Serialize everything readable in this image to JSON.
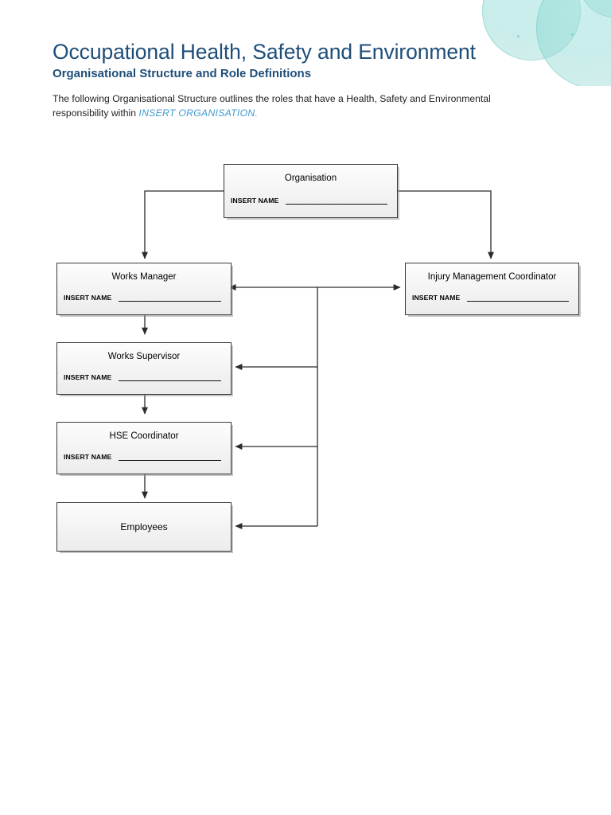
{
  "header": {
    "title": "Occupational Health, Safety and Environment",
    "subtitle": "Organisational Structure and Role Definitions",
    "title_color": "#1F4E79",
    "intro_prefix": "The following Organisational Structure outlines the roles that have a Health, Safety and Environmental responsibility within ",
    "intro_placeholder": "INSERT ORGANISATION.",
    "intro_placeholder_color": "#3F9BD0"
  },
  "decoration": {
    "bubbles_icon": "bubbles-decoration",
    "bubble_color": "#7ED4CE"
  },
  "chart_data": {
    "type": "diagram",
    "title": "Organisational Structure",
    "nodes": [
      {
        "id": "organisation",
        "label": "Organisation",
        "name_label": "INSERT NAME",
        "has_name_line": true
      },
      {
        "id": "works-manager",
        "label": "Works Manager",
        "name_label": "INSERT NAME",
        "has_name_line": true
      },
      {
        "id": "injury-management-coordinator",
        "label": "Injury Management Coordinator",
        "name_label": "INSERT NAME",
        "has_name_line": true
      },
      {
        "id": "works-supervisor",
        "label": "Works Supervisor",
        "name_label": "INSERT NAME",
        "has_name_line": true
      },
      {
        "id": "hse-coordinator",
        "label": "HSE Coordinator",
        "name_label": "INSERT NAME",
        "has_name_line": true
      },
      {
        "id": "employees",
        "label": "Employees",
        "name_label": "",
        "has_name_line": false
      }
    ],
    "edges": [
      {
        "from": "organisation",
        "to": "works-manager",
        "style": "elbow",
        "arrow": "single"
      },
      {
        "from": "organisation",
        "to": "injury-management-coordinator",
        "style": "elbow",
        "arrow": "single"
      },
      {
        "from": "works-manager",
        "to": "works-supervisor",
        "style": "straight",
        "arrow": "single"
      },
      {
        "from": "works-supervisor",
        "to": "hse-coordinator",
        "style": "straight",
        "arrow": "single"
      },
      {
        "from": "hse-coordinator",
        "to": "employees",
        "style": "straight",
        "arrow": "single"
      },
      {
        "from": "works-manager",
        "to": "injury-management-coordinator",
        "style": "straight",
        "arrow": "double"
      },
      {
        "from": "injury-management-coordinator",
        "to": "works-supervisor",
        "style": "elbow",
        "arrow": "single"
      },
      {
        "from": "injury-management-coordinator",
        "to": "hse-coordinator",
        "style": "elbow",
        "arrow": "single"
      },
      {
        "from": "injury-management-coordinator",
        "to": "employees",
        "style": "elbow",
        "arrow": "single"
      }
    ]
  }
}
